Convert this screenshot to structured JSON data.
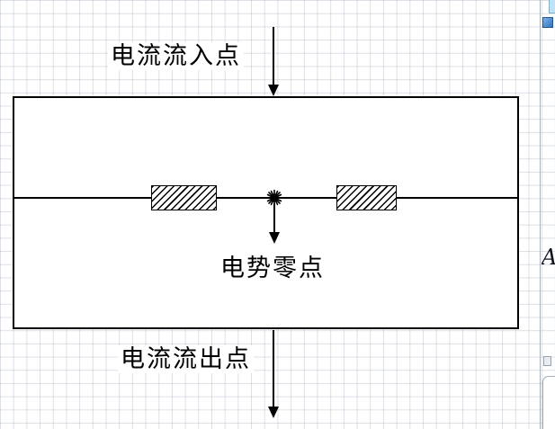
{
  "diagram": {
    "labels": {
      "inflow": "电流流入点",
      "zero_potential": "电势零点",
      "outflow": "电流流出点"
    },
    "colors": {
      "stroke": "#000000",
      "fill": "#ffffff",
      "grid": "#b9c2cf"
    }
  },
  "side_panel": {
    "font_tool_label": "A",
    "colors": {
      "divider": "#a8b0ba",
      "icon_blue": "#2f74c0",
      "corner_blue": "#bfe3f2"
    }
  }
}
